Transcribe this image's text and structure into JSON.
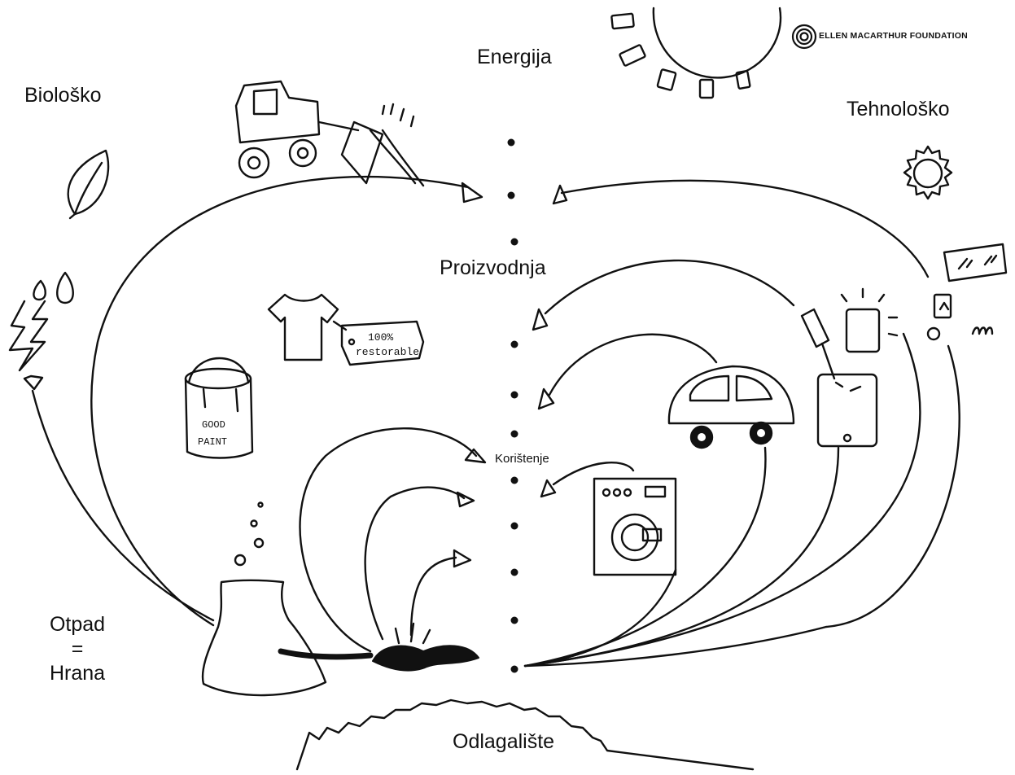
{
  "brand": {
    "name": "ELLEN MACARTHUR FOUNDATION",
    "logo_icon": "concentric-circles-icon"
  },
  "labels": {
    "energy": "Energija",
    "biological": "Biološko",
    "technological": "Tehnološko",
    "production": "Proizvodnja",
    "usage": "Korištenje",
    "landfill": "Odlagalište",
    "waste_food": [
      "Otpad",
      "=",
      "Hrana"
    ]
  },
  "illustrations": {
    "tshirt_tag": [
      "100%",
      "restorable"
    ],
    "paint_can": [
      "GOOD",
      "PAINT"
    ]
  },
  "icons": [
    "sun-icon",
    "leaf-icon",
    "gear-icon",
    "water-drops-icon",
    "lightning-icon",
    "tractor-icon",
    "tshirt-icon",
    "paint-can-icon",
    "flask-icon",
    "soil-icon",
    "car-icon",
    "tablet-icon",
    "washing-machine-icon",
    "screen-panel-icon",
    "spatula-icon"
  ],
  "colors": {
    "ink": "#111111",
    "background": "#ffffff"
  }
}
